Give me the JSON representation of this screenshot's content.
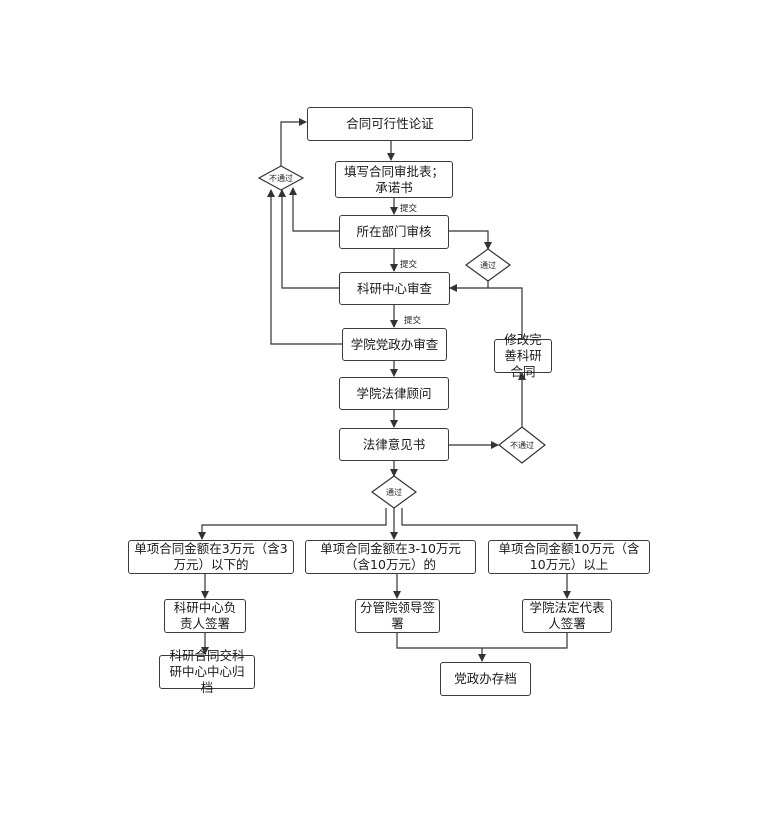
{
  "nodes": {
    "feasibility": "合同可行性论证",
    "fill_form": "填写合同审批表；承诺书",
    "dept_review": "所在部门审核",
    "research_center_review": "科研中心审查",
    "party_office_review": "学院党政办审查",
    "legal_advisor": "学院法律顾问",
    "legal_opinion": "法律意见书",
    "revise_contract": "修改完善科研合同",
    "amount_under_3w": "单项合同金额在3万元（含3万元）以下的",
    "amount_3_10w": "单项合同金额在3-10万元（含10万元）的",
    "amount_over_10w": "单项合同金额10万元（含10万元）以上",
    "center_head_sign": "科研中心负责人签署",
    "vice_dean_sign": "分管院领导签署",
    "legal_rep_sign": "学院法定代表人签署",
    "archive_center": "科研合同交科研中心中心归档",
    "archive_party_office": "党政办存档"
  },
  "decisions": {
    "not_pass_left": "不通过",
    "pass_right": "通过",
    "not_pass_legal": "不通过",
    "pass_bottom": "通过"
  },
  "edge_labels": {
    "submit_1": "提交",
    "submit_2": "提交",
    "submit_3": "提交"
  }
}
